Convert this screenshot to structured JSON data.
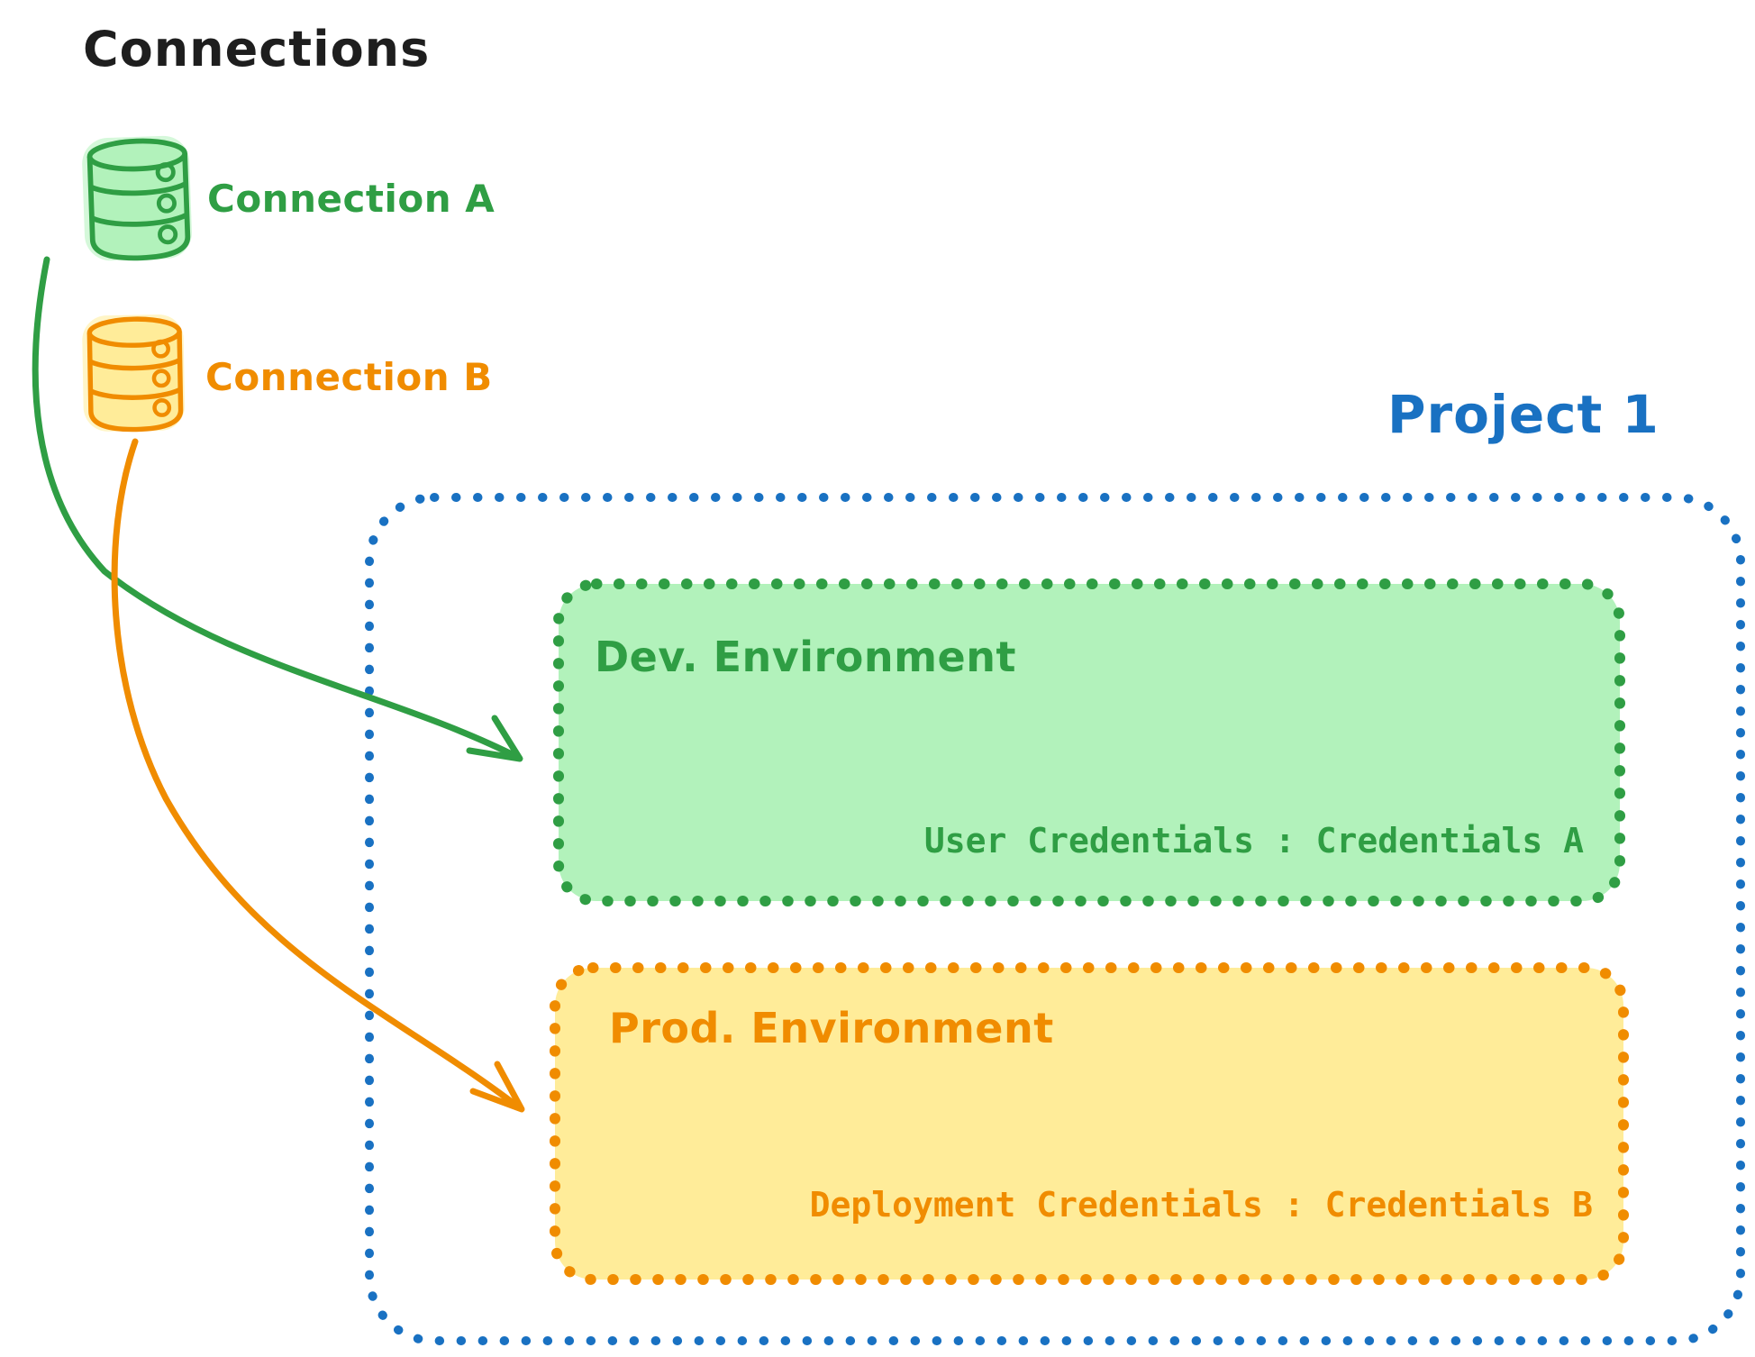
{
  "diagram": {
    "title": "Connections",
    "title_color": "#1e1e1e",
    "background": "#ffffff"
  },
  "connections": [
    {
      "label": "Connection A",
      "icon": "database-icon",
      "stroke": "#2f9e44",
      "fill": "#b2f2bb"
    },
    {
      "label": "Connection B",
      "icon": "database-icon",
      "stroke": "#f08c00",
      "fill": "#ffec99"
    }
  ],
  "project": {
    "label": "Project 1",
    "color": "#1971c2",
    "environments": [
      {
        "title": "Dev. Environment",
        "credentials_label": "User Credentials : Credentials A",
        "stroke": "#2f9e44",
        "fill": "#b2f2bb"
      },
      {
        "title": "Prod. Environment",
        "credentials_label": "Deployment Credentials : Credentials B",
        "stroke": "#f08c00",
        "fill": "#ffec99"
      }
    ]
  },
  "arrows": [
    {
      "from": "Connection A",
      "to": "Dev. Environment",
      "color": "#2f9e44"
    },
    {
      "from": "Connection B",
      "to": "Prod. Environment",
      "color": "#f08c00"
    }
  ]
}
